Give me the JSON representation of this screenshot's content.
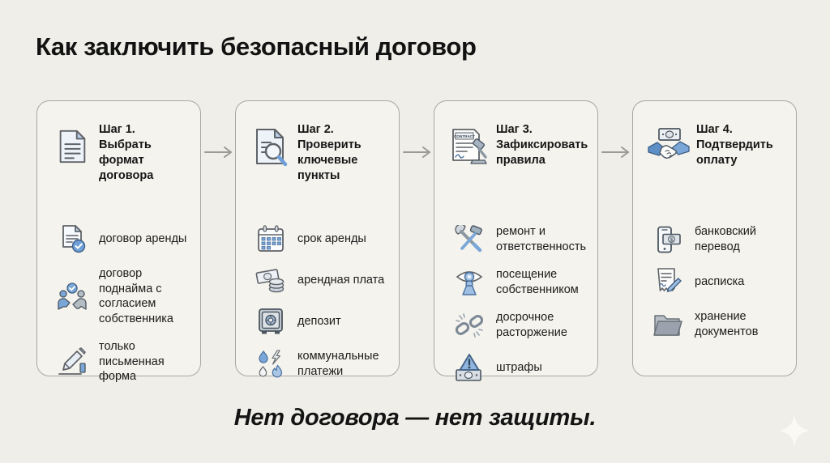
{
  "page": {
    "title": "Как заключить безопасный договор",
    "footer": "Нет договора — нет защиты."
  },
  "colors": {
    "background": "#efeee8",
    "card_background": "#f4f3ed",
    "card_border": "#a8a8a1",
    "text": "#161616",
    "icon_blue": "#7aa7d8",
    "icon_light_blue": "#b9cfe8",
    "icon_gray": "#5f6368",
    "arrow": "#9b9b94"
  },
  "icons": {
    "contract_label": "CONTRACT",
    "dollar_sign": "$",
    "names": [
      "document-icon",
      "document-check-icon",
      "handshake-agreement-icon",
      "writing-hand-icon",
      "document-search-icon",
      "calendar-icon",
      "money-coins-icon",
      "safe-icon",
      "utilities-icon",
      "contract-gavel-icon",
      "tools-icon",
      "eye-surveillance-icon",
      "broken-chain-icon",
      "penalty-warning-icon",
      "handshake-payment-icon",
      "phone-transfer-icon",
      "receipt-pen-icon",
      "folder-icon",
      "arrow-right-icon",
      "sparkle-icon"
    ]
  },
  "cards": [
    {
      "step": "Шаг 1.",
      "title": "Выбрать формат договора",
      "icon": "document-icon",
      "items": [
        {
          "icon": "document-check-icon",
          "label": "договор аренды"
        },
        {
          "icon": "handshake-agreement-icon",
          "label": "договор поднайма с согласием собственника"
        },
        {
          "icon": "writing-hand-icon",
          "label": "только письменная форма"
        }
      ]
    },
    {
      "step": "Шаг 2.",
      "title": "Проверить ключевые пункты",
      "icon": "document-search-icon",
      "items": [
        {
          "icon": "calendar-icon",
          "label": "срок аренды"
        },
        {
          "icon": "money-coins-icon",
          "label": "арендная плата"
        },
        {
          "icon": "safe-icon",
          "label": "депозит"
        },
        {
          "icon": "utilities-icon",
          "label": "коммунальные платежи"
        }
      ]
    },
    {
      "step": "Шаг 3.",
      "title": "Зафиксировать правила",
      "icon": "contract-gavel-icon",
      "items": [
        {
          "icon": "tools-icon",
          "label": "ремонт и ответственность"
        },
        {
          "icon": "eye-surveillance-icon",
          "label": "посещение собственником"
        },
        {
          "icon": "broken-chain-icon",
          "label": "досрочное расторжение"
        },
        {
          "icon": "penalty-warning-icon",
          "label": "штрафы"
        }
      ]
    },
    {
      "step": "Шаг 4.",
      "title": "Подтвердить оплату",
      "icon": "handshake-payment-icon",
      "items": [
        {
          "icon": "phone-transfer-icon",
          "label": "банковский перевод"
        },
        {
          "icon": "receipt-pen-icon",
          "label": "расписка"
        },
        {
          "icon": "folder-icon",
          "label": "хранение документов"
        }
      ]
    }
  ]
}
